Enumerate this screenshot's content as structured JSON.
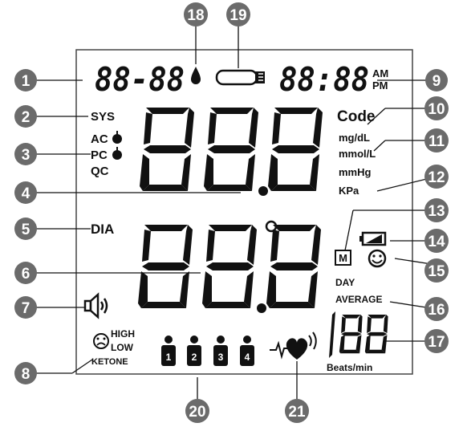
{
  "display": {
    "date": "88-88",
    "time": "88:88",
    "am": "AM",
    "pm": "PM",
    "code": "Code",
    "sys": "SYS",
    "ac": "AC",
    "pc": "PC",
    "qc": "QC",
    "dia": "DIA",
    "unit_mgdl": "mg/dL",
    "unit_mmol": "mmol/L",
    "unit_mmhg": "mmHg",
    "unit_kpa": "KPa",
    "m_icon": "M",
    "day": "DAY",
    "average": "AVERAGE",
    "beats_min": "Beats/min",
    "pulse_value": "188",
    "high": "HIGH",
    "low": "LOW",
    "ketone": "KETONE",
    "users": [
      "1",
      "2",
      "3",
      "4"
    ]
  },
  "callouts": [
    "1",
    "2",
    "3",
    "4",
    "5",
    "6",
    "7",
    "8",
    "9",
    "10",
    "11",
    "12",
    "13",
    "14",
    "15",
    "16",
    "17",
    "18",
    "19",
    "20",
    "21"
  ],
  "colors": {
    "callout_fill": "#6b6b6b",
    "ink": "#111111",
    "frame": "#444444"
  }
}
